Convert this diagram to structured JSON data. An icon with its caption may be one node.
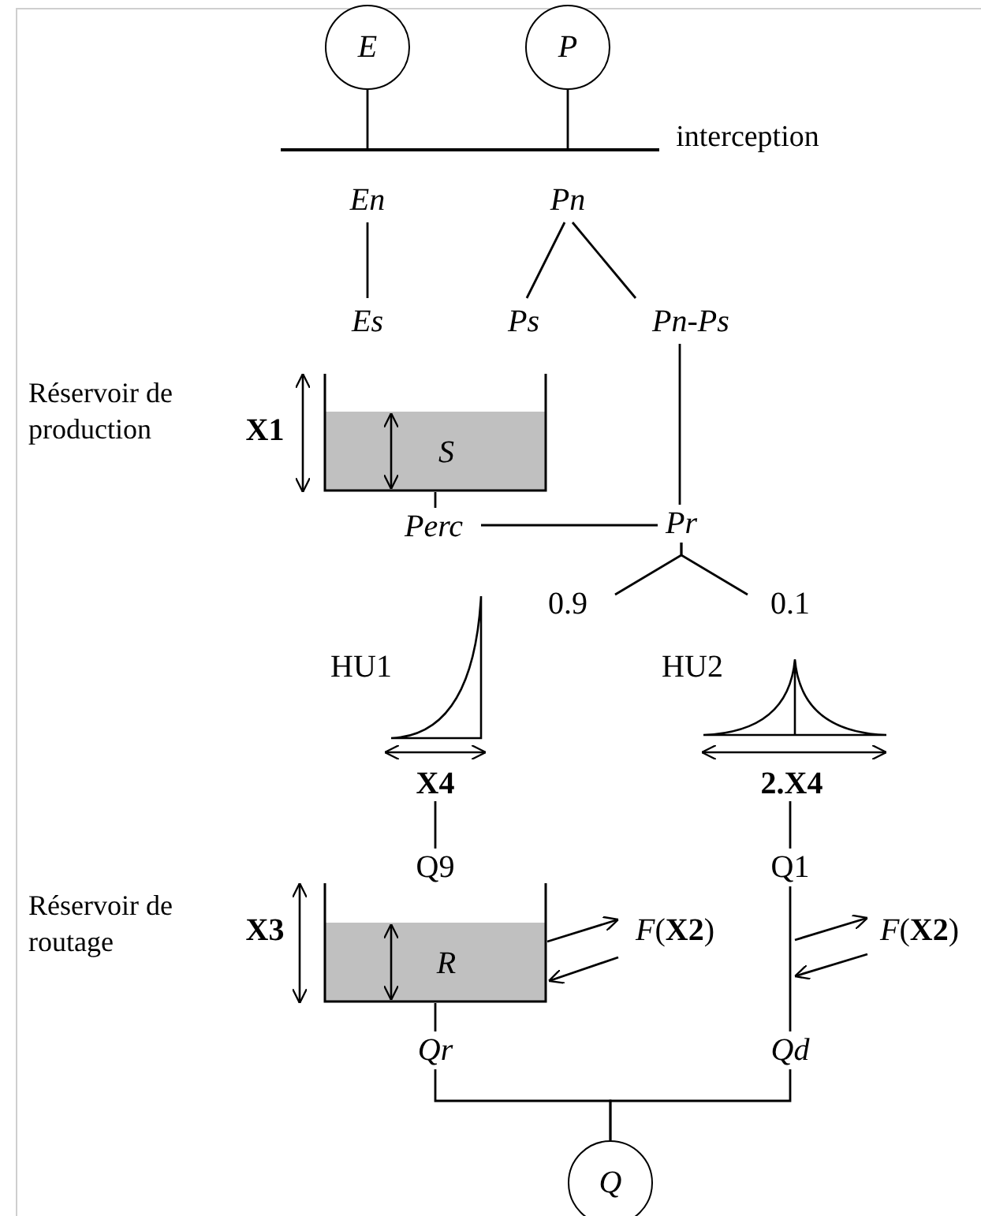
{
  "diagram": {
    "nodes": [
      {
        "text": [
          "E"
        ]
      },
      {
        "text": [
          "P"
        ]
      },
      {
        "text": [],
        "shape": "bar",
        "beside": [
          "interception"
        ]
      },
      {
        "text": [
          "En"
        ]
      },
      {
        "text": [
          "Pn"
        ]
      },
      {
        "text": [
          "Es"
        ]
      },
      {
        "text": [
          "Ps"
        ]
      },
      {
        "text": [
          "Pn-Ps"
        ]
      },
      {
        "text": [
          "S"
        ]
      },
      {
        "text": [
          "Perc"
        ]
      },
      {
        "text": [
          "Pr"
        ]
      },
      {
        "text": [
          "0.9"
        ]
      },
      {
        "text": [
          "0.1"
        ]
      },
      {
        "text": [
          "HU1",
          "X4"
        ]
      },
      {
        "text": [
          "HU2",
          "2.X4"
        ]
      },
      {
        "text": [
          "Q9"
        ]
      },
      {
        "text": [
          "Q1"
        ]
      },
      {
        "text": [
          "R"
        ]
      },
      {
        "text": [
          "*F*(**X2**)"
        ]
      },
      {
        "text": [
          "*F*(**X2**)"
        ]
      },
      {
        "text": [
          "Qr"
        ]
      },
      {
        "text": [
          "Qd"
        ]
      },
      {
        "text": [
          "Q"
        ]
      }
    ],
    "edges": [
      {
        "from": 0,
        "to": 2,
        "arrow": "none"
      },
      {
        "from": 1,
        "to": 2,
        "arrow": "none"
      },
      {
        "from": 3,
        "to": 5,
        "arrow": "none"
      },
      {
        "from": 4,
        "to": 6,
        "arrow": "none"
      },
      {
        "from": 4,
        "to": 7,
        "arrow": "none"
      },
      {
        "from": 7,
        "to": 10,
        "arrow": "none"
      },
      {
        "from": 8,
        "to": 9,
        "arrow": "none"
      },
      {
        "from": 9,
        "to": 10,
        "arrow": "none"
      },
      {
        "from": 10,
        "to": 11,
        "arrow": "none"
      },
      {
        "from": 10,
        "to": 12,
        "arrow": "none"
      },
      {
        "from": 13,
        "to": 15,
        "arrow": "none"
      },
      {
        "from": 14,
        "to": 16,
        "arrow": "none"
      },
      {
        "from": 16,
        "to": 21,
        "arrow": "none"
      },
      {
        "from": 17,
        "to": 18,
        "arrow": "to"
      },
      {
        "from": 18,
        "to": 17,
        "arrow": "to"
      },
      {
        "from": null,
        "to": 19,
        "arrow": "to"
      },
      {
        "from": 19,
        "to": null,
        "arrow": "to"
      },
      {
        "from": 17,
        "to": 20,
        "arrow": "none"
      },
      {
        "from": 20,
        "to": 22,
        "arrow": "none"
      },
      {
        "from": 21,
        "to": 22,
        "arrow": "none"
      }
    ],
    "labels": [
      "Réservoir de production",
      "X1",
      "Réservoir de routage",
      "X3"
    ]
  }
}
